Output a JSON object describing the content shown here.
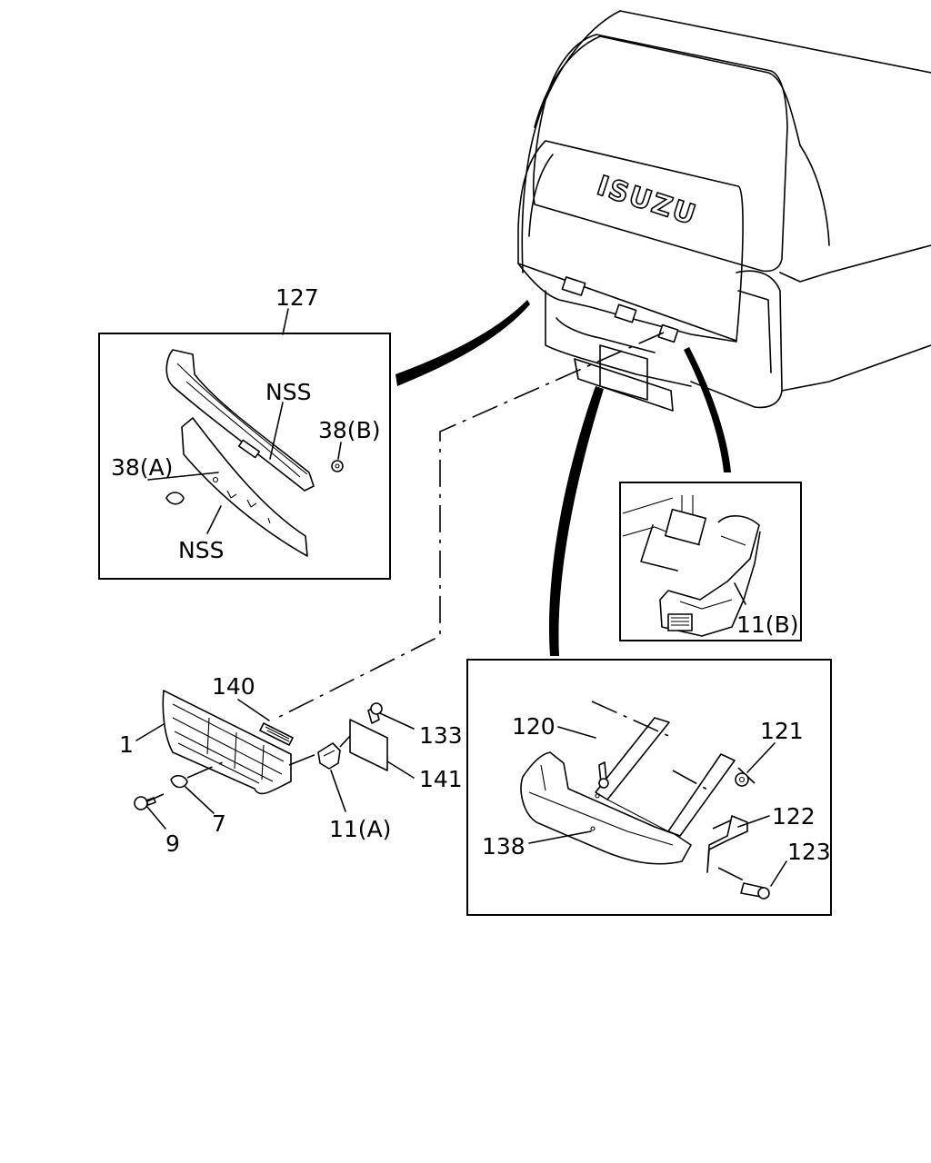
{
  "brand_logo": "ISUZU",
  "callouts": {
    "p127": "127",
    "nss_top": "NSS",
    "nss_bottom": "NSS",
    "p38b": "38(B)",
    "p38a": "38(A)",
    "p11b": "11(B)",
    "p140": "140",
    "p1": "1",
    "p133": "133",
    "p141": "141",
    "p9": "9",
    "p7": "7",
    "p11a": "11(A)",
    "p120": "120",
    "p121": "121",
    "p122": "122",
    "p123": "123",
    "p138": "138"
  }
}
